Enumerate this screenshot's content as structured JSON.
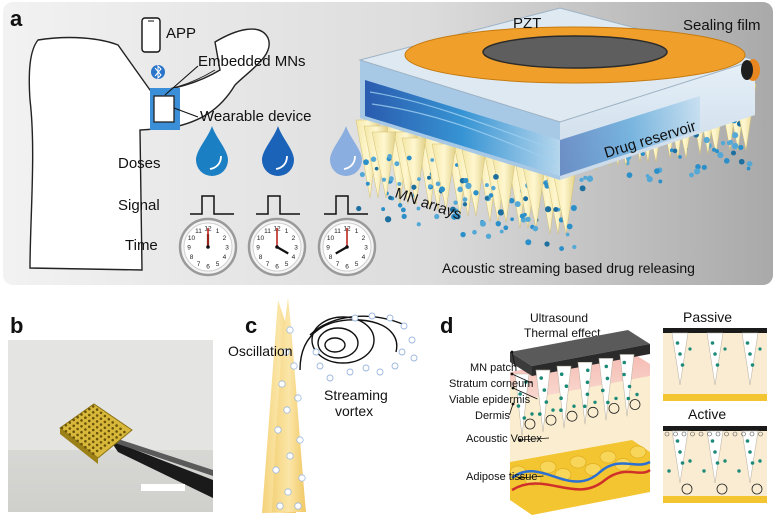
{
  "panel_a": {
    "letter": "a",
    "app": "APP",
    "embedded_mns": "Embedded MNs",
    "wearable_device": "Wearable device",
    "doses": "Doses",
    "signal": "Signal",
    "time": "Time",
    "pzt": "PZT",
    "sealing_film": "Sealing film",
    "drug_reservoir": "Drug reservoir",
    "mn_arrays": "MN arrays",
    "caption": "Acoustic streaming based drug releasing",
    "clock_numbers": [
      "12",
      "1",
      "2",
      "3",
      "4",
      "5",
      "6",
      "7",
      "8",
      "9",
      "10",
      "11"
    ],
    "dose_colors": [
      "#1b7fc4",
      "#1a63b8",
      "#8aaee0"
    ]
  },
  "panel_b": {
    "letter": "b"
  },
  "panel_c": {
    "letter": "c",
    "oscillation": "Oscillation",
    "streaming_vortex_1": "Streaming",
    "streaming_vortex_2": "vortex"
  },
  "panel_d": {
    "letter": "d",
    "ultrasound_1": "Ultrasound",
    "ultrasound_2": "Thermal effect",
    "layers": [
      "MN patch",
      "Stratum corneum",
      "Viable epidermis",
      "Dermis",
      "Acoustic Vortex",
      "Adipose tissue"
    ],
    "passive": "Passive",
    "active": "Active"
  }
}
